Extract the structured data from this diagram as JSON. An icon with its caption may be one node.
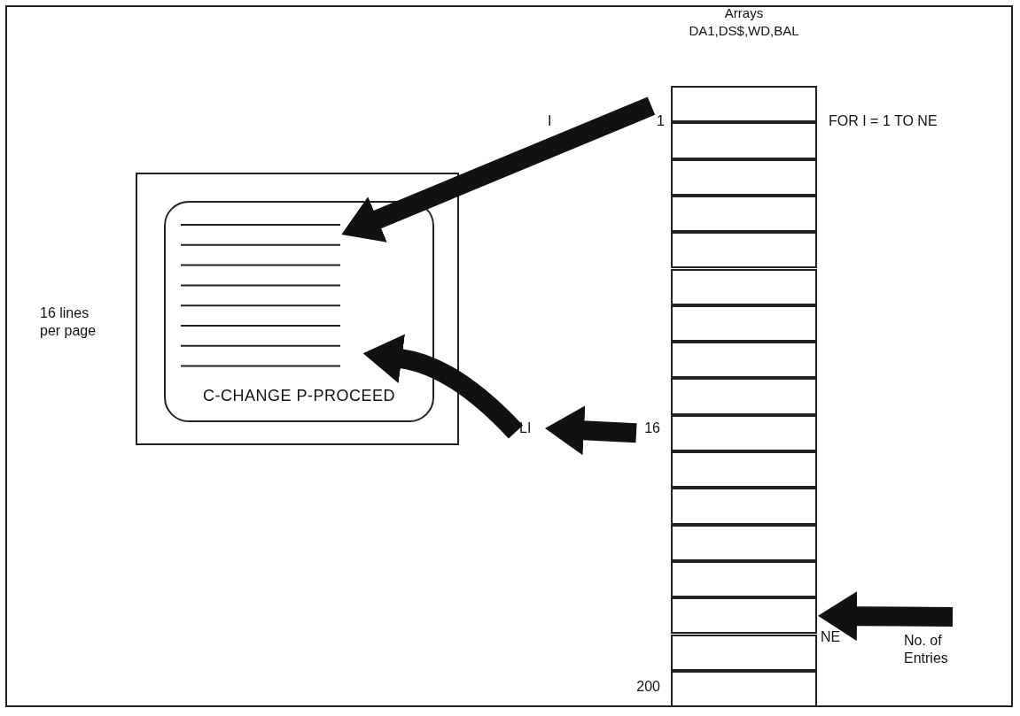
{
  "diagram": {
    "nodes": [
      {
        "text": [],
        "shape": "box",
        "beside": [
          "16 lines per page"
        ]
      },
      {
        "text": [
          "C-CHANGE P-PROCEED"
        ],
        "in": 0
      },
      {
        "text": [
          "Arrays",
          "DA1,DS$,WD,BAL"
        ]
      },
      {
        "text": [],
        "shape": "box",
        "in": 2,
        "beside": [
          "1"
        ]
      },
      {
        "text": [],
        "shape": "box",
        "in": 2
      },
      {
        "text": [],
        "shape": "box",
        "in": 2
      },
      {
        "text": [],
        "shape": "box",
        "in": 2
      },
      {
        "text": [],
        "shape": "box",
        "in": 2
      },
      {
        "text": [],
        "shape": "box",
        "in": 2
      },
      {
        "text": [],
        "shape": "box",
        "in": 2
      },
      {
        "text": [],
        "shape": "box",
        "in": 2
      },
      {
        "text": [],
        "shape": "box",
        "in": 2
      },
      {
        "text": [],
        "shape": "box",
        "in": 2,
        "beside": [
          "16"
        ]
      },
      {
        "text": [],
        "shape": "box",
        "in": 2
      },
      {
        "text": [],
        "shape": "box",
        "in": 2
      },
      {
        "text": [],
        "shape": "box",
        "in": 2
      },
      {
        "text": [],
        "shape": "box",
        "in": 2
      },
      {
        "text": [],
        "shape": "box",
        "in": 2,
        "beside": [
          "NE"
        ]
      },
      {
        "text": [],
        "shape": "box",
        "in": 2
      },
      {
        "text": [],
        "shape": "box",
        "in": 2,
        "beside": [
          "200"
        ]
      },
      {
        "text": [
          "LI"
        ]
      },
      {
        "text": [
          "No. of Entries"
        ]
      }
    ],
    "edges": [
      {
        "from": 3,
        "to": 1,
        "arrow": "to"
      },
      {
        "from": 20,
        "to": 1,
        "arrow": "to"
      },
      {
        "from": 12,
        "to": 20,
        "arrow": "to"
      },
      {
        "from": 21,
        "to": 17,
        "arrow": "to"
      }
    ],
    "labels": [
      "I",
      "FOR I = 1 TO NE"
    ]
  }
}
